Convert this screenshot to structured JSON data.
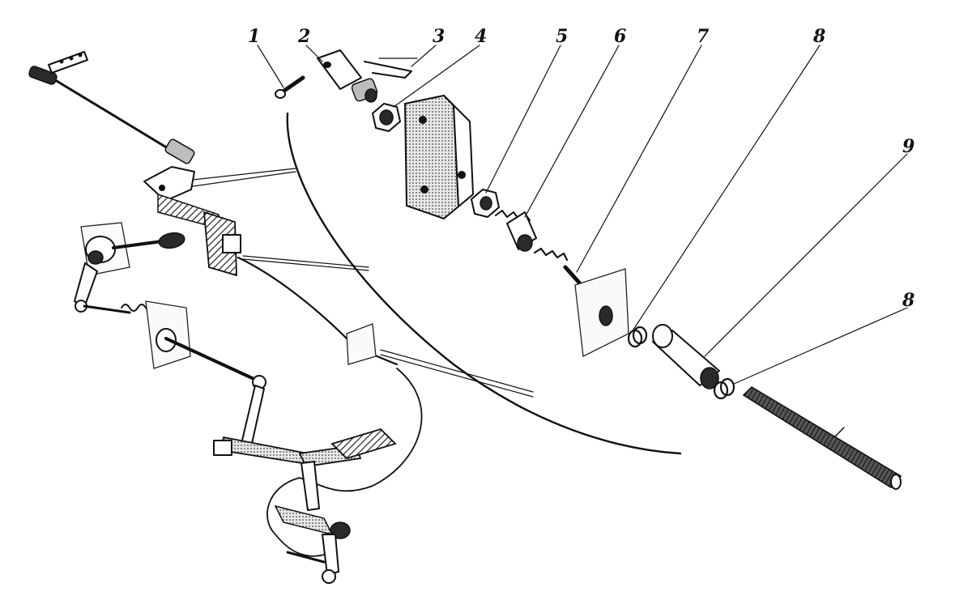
{
  "figure": {
    "callouts": [
      {
        "id": "1",
        "label": "1"
      },
      {
        "id": "2",
        "label": "2"
      },
      {
        "id": "3",
        "label": "3"
      },
      {
        "id": "4",
        "label": "4"
      },
      {
        "id": "5",
        "label": "5"
      },
      {
        "id": "6",
        "label": "6"
      },
      {
        "id": "7",
        "label": "7"
      },
      {
        "id": "8a",
        "label": "8"
      },
      {
        "id": "9",
        "label": "9"
      },
      {
        "id": "8b",
        "label": "8"
      }
    ]
  }
}
